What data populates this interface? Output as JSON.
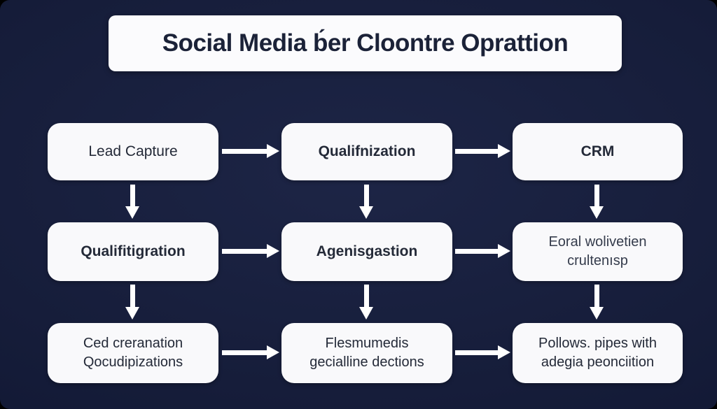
{
  "title": "Social Media b́er Cloontre Oprattion",
  "flowchart": {
    "nodes": [
      {
        "id": "lead-capture",
        "label": "Lead Capture"
      },
      {
        "id": "qualifnization",
        "label": "Qualifnization"
      },
      {
        "id": "crm",
        "label": "CRM"
      },
      {
        "id": "qualifitigration",
        "label": "Qualifitigration"
      },
      {
        "id": "agenisgastion",
        "label": "Agenisgastion"
      },
      {
        "id": "eoral-wolivetien",
        "label": "Eoral wolivetien\ncrultenısp"
      },
      {
        "id": "ced-creranation",
        "label": "Ced creranation\nQocudipizations"
      },
      {
        "id": "flesmumedis",
        "label": "Flesmumedis\ngecialline dections"
      },
      {
        "id": "pollows-pipes",
        "label": "Pollows. pipes with\nadegia peonciition"
      }
    ],
    "connections": [
      "lead-capture -> qualifnization",
      "qualifnization -> crm",
      "lead-capture -> qualifitigration",
      "qualifnization -> agenisgastion",
      "crm -> eoral-wolivetien",
      "qualifitigration -> agenisgastion",
      "agenisgastion -> eoral-wolivetien",
      "qualifitigration -> ced-creranation",
      "agenisgastion -> flesmumedis",
      "eoral-wolivetien -> pollows-pipes",
      "ced-creranation -> flesmumedis",
      "flesmumedis -> pollows-pipes"
    ]
  },
  "colors": {
    "background": "#161d3a",
    "node_fill": "#f9f9fb",
    "arrow": "#ffffff",
    "title_text": "#1b2238",
    "node_text": "#242a38"
  }
}
